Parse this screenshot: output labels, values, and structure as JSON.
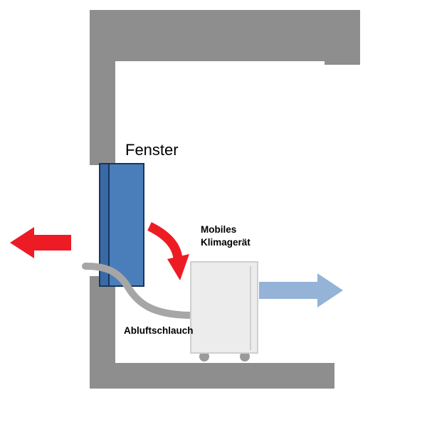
{
  "labels": {
    "window": "Fenster",
    "unit_line1": "Mobiles",
    "unit_line2": "Klimagerät",
    "hose": "Abluftschlauch"
  },
  "colors": {
    "background": "#ffffff",
    "wall": "#8e8e8e",
    "window_pane": "#4a7ebb",
    "window_sash": "#3a6aa5",
    "window_outline": "#17365d",
    "hose": "#a6a6a6",
    "unit_body": "#ececec",
    "unit_outline": "#cfcfcf",
    "unit_wheel": "#9a9a9a",
    "exhaust_arrow": "#ed1c24",
    "cool_air_arrow": "#95b3d7",
    "text": "#000000"
  }
}
